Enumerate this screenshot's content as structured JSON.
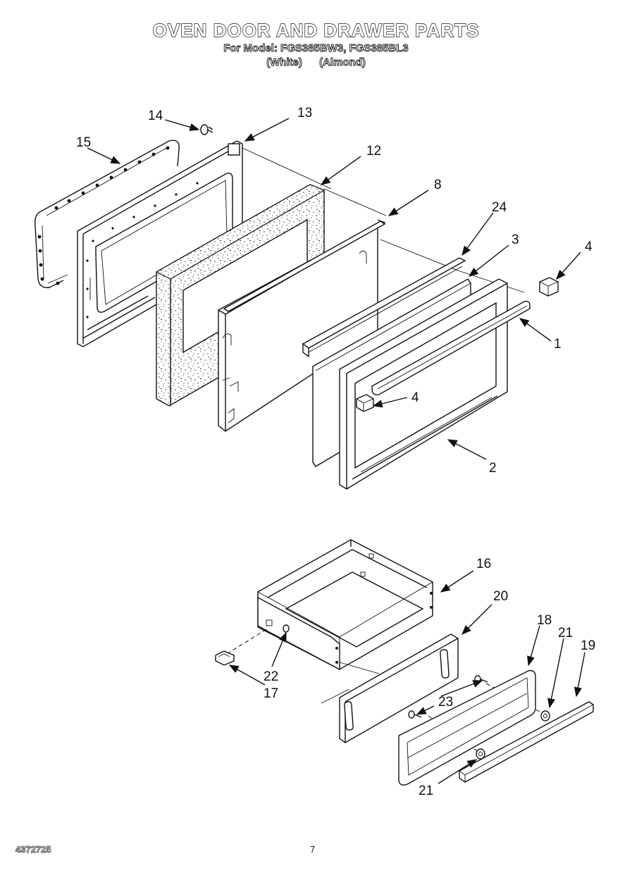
{
  "title": "OVEN DOOR AND DRAWER PARTS",
  "subtitle": {
    "models_line": "For Model: FGS385BW3, FGS385BL3",
    "color_white": "(White)",
    "color_almond": "(Almond)"
  },
  "callouts": {
    "c1": "1",
    "c2": "2",
    "c3": "3",
    "c4a": "4",
    "c4b": "4",
    "c8": "8",
    "c12": "12",
    "c13": "13",
    "c14": "14",
    "c15": "15",
    "c16": "16",
    "c17": "17",
    "c18": "18",
    "c19": "19",
    "c20": "20",
    "c21a": "21",
    "c21b": "21",
    "c22": "22",
    "c23": "23",
    "c24": "24"
  },
  "footer": {
    "doc_number": "4372725",
    "page_number": "7"
  }
}
